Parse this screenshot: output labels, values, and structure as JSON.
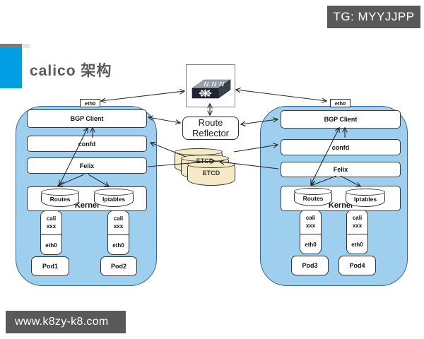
{
  "slide": {
    "badge": "TG: MYYJJPP",
    "title": "calico 架构",
    "watermark": "www.k8zy-k8.com"
  },
  "colors": {
    "accent-blue": "#009fe3",
    "node-fill": "#9fcfef",
    "node-border": "#39688f",
    "etcd-fill": "#f6e9c6",
    "bar-gray": "#595959",
    "arrow": "#2a2a2a"
  },
  "center": {
    "route_reflector": "Route Reflector",
    "etcd_front": "ETCD",
    "etcd_mid": "ETCD"
  },
  "nodes": [
    {
      "uplink": "eth0",
      "bgp": "BGP Client",
      "confd": "confd",
      "felix": "Felix",
      "kernel": "Kernel",
      "routes": "Routes",
      "iptables": "Iptables",
      "veths": [
        {
          "l1": "cali",
          "l2": "xxx",
          "host": "eth0"
        },
        {
          "l1": "cali",
          "l2": "xxx",
          "host": "eth0"
        }
      ],
      "pods": [
        "Pod1",
        "Pod2"
      ]
    },
    {
      "uplink": "eth0",
      "bgp": "BGP Client",
      "confd": "confd",
      "felix": "Felix",
      "kernel": "Kernel",
      "routes": "Routes",
      "iptables": "Iptables",
      "veths": [
        {
          "l1": "cali",
          "l2": "xxx",
          "host": "eth0"
        },
        {
          "l1": "cali",
          "l2": "xxx",
          "host": "eth0"
        }
      ],
      "pods": [
        "Pod3",
        "Pod4"
      ]
    }
  ]
}
